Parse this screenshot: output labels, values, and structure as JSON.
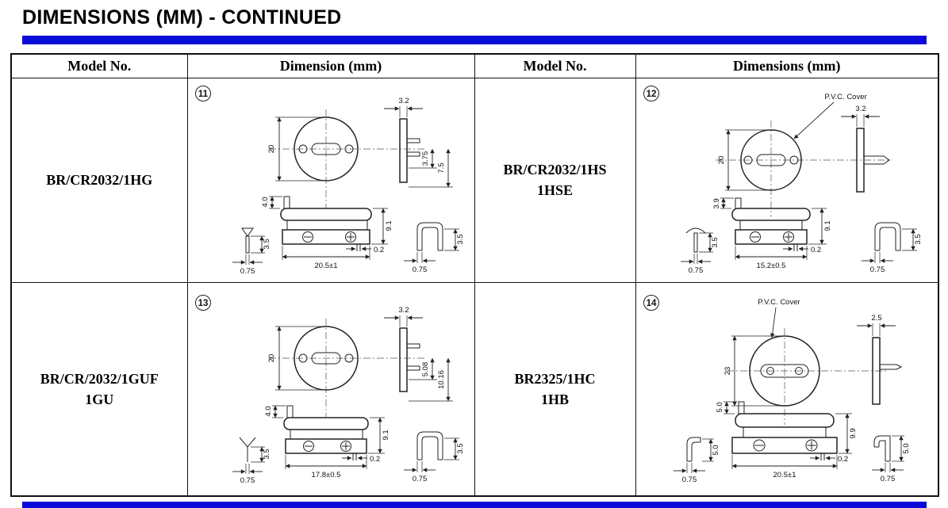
{
  "page": {
    "title": "DIMENSIONS (MM)  - CONTINUED",
    "accent_blue": "#0b0bd9"
  },
  "table": {
    "headers": {
      "model_left": "Model No.",
      "dimension_left": "Dimension (mm)",
      "model_right": "Model No.",
      "dimension_right": "Dimensions (mm)"
    },
    "models": {
      "hg": {
        "line1": "BR/CR2032/1HG"
      },
      "hs": {
        "line1": "BR/CR2032/1HS",
        "line2": "1HSE"
      },
      "guf": {
        "line1": "BR/CR/2032/1GUF",
        "line2": "1GU"
      },
      "hc": {
        "line1": "BR2325/1HC",
        "line2": "1HB"
      }
    }
  },
  "drawings": {
    "d11": {
      "num": "11",
      "top_pin_width": "3.2",
      "diameter": "20",
      "pin_pitch_inner": "3.75",
      "pin_pitch_outer": "7.5",
      "tab_rise": "4.0",
      "body_height": "9.1",
      "pin_height": "3.5",
      "pin_width": "0.75",
      "pin_span": "20.5±1",
      "pin_offset": "0.2",
      "clip_width": "0.75",
      "clip_height": "3.5"
    },
    "d12": {
      "num": "12",
      "cover_label": "P.V.C. Cover",
      "top_pin_width": "3.2",
      "diameter": "20",
      "tab_rise": "3.9",
      "body_height": "9.1",
      "pin_height": "3.5",
      "pin_width": "0.75",
      "pin_span": "15.2±0.5",
      "pin_offset": "0.2",
      "clip_width": "0.75",
      "clip_height": "3.5"
    },
    "d13": {
      "num": "13",
      "top_pin_width": "3.2",
      "diameter": "20",
      "pin_pitch_inner": "5.08",
      "pin_pitch_outer": "10.16",
      "tab_rise": "4.0",
      "body_height": "9.1",
      "pin_height": "3.5",
      "pin_width": "0.75",
      "pin_span": "17.8±0.5",
      "pin_offset": "0.2",
      "clip_width": "0.75",
      "clip_height": "3.5"
    },
    "d14": {
      "num": "14",
      "cover_label": "P.V.C. Cover",
      "top_pin_width": "2.5",
      "diameter": "23",
      "tab_rise": "5.0",
      "body_height": "9.9",
      "pin_height": "5.0",
      "pin_width": "0.75",
      "pin_span": "20.5±1",
      "pin_offset": "0.2",
      "clip_width": "0.75",
      "clip_height": "5.0"
    }
  }
}
